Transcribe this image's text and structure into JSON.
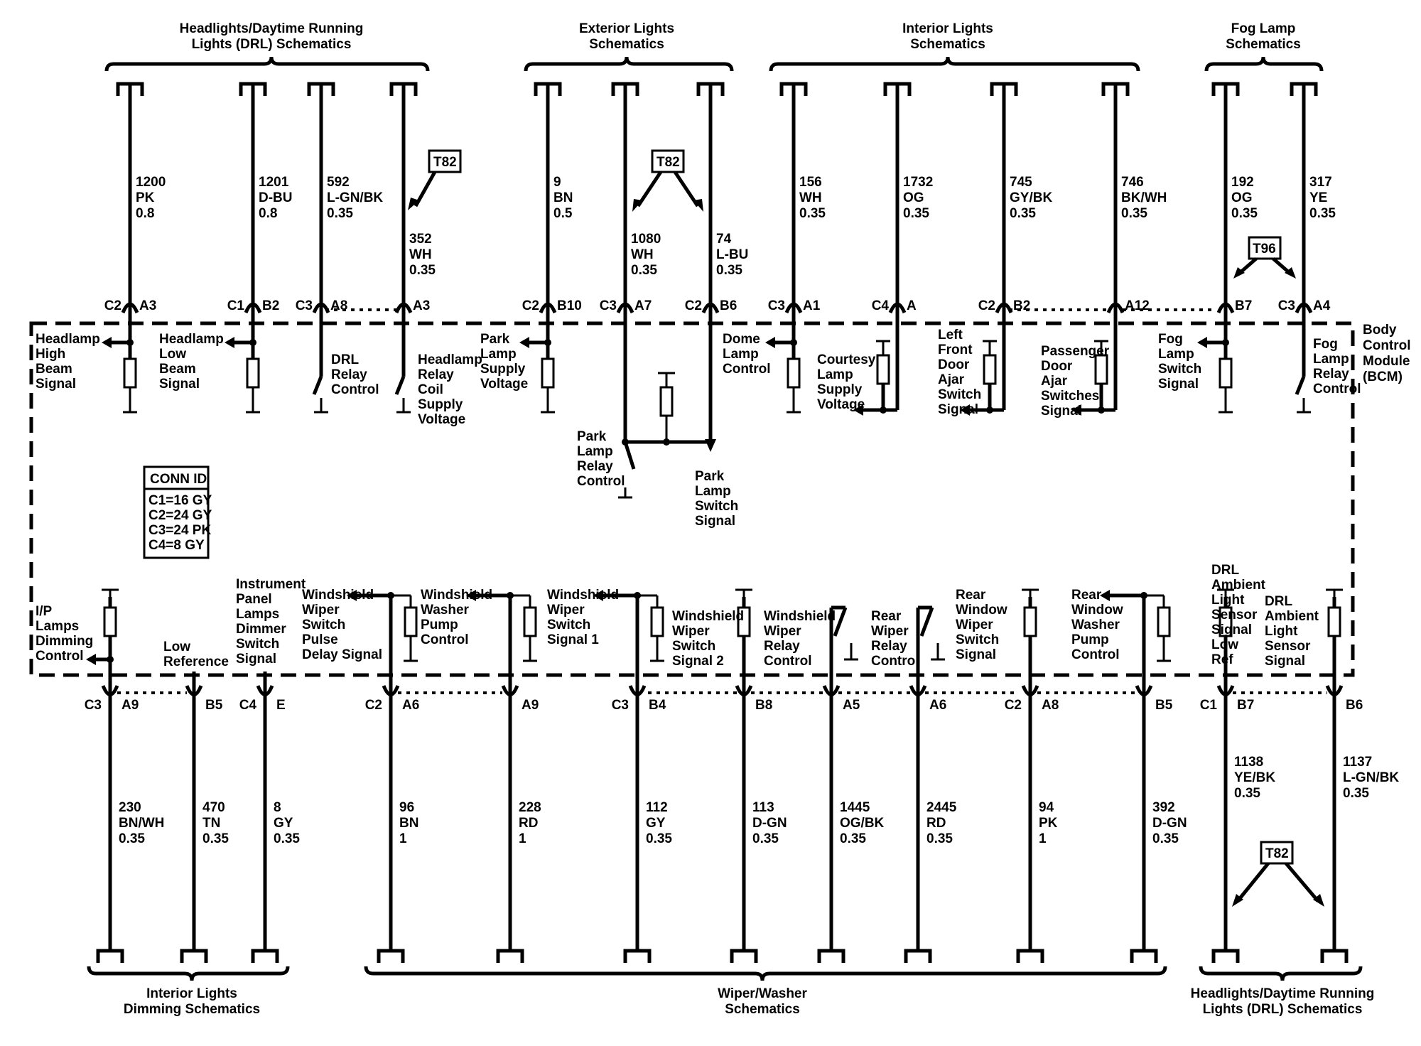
{
  "module_label": [
    "Body",
    "Control",
    "Module",
    "(BCM)"
  ],
  "conn_id": {
    "title": "CONN ID",
    "lines": [
      "C1=16 GY",
      "C2=24 GY",
      "C3=24 PK",
      "C4=8 GY"
    ]
  },
  "top_groups": [
    [
      "Headlights/Daytime Running",
      "Lights (DRL) Schematics"
    ],
    [
      "Exterior Lights",
      "Schematics"
    ],
    [
      "Interior Lights",
      "Schematics"
    ],
    [
      "Fog Lamp",
      "Schematics"
    ]
  ],
  "bottom_groups": [
    [
      "Interior Lights",
      "Dimming Schematics"
    ],
    [
      "Wiper/Washer",
      "Schematics"
    ],
    [
      "Headlights/Daytime Running",
      "Lights (DRL) Schematics"
    ]
  ],
  "top_wires": [
    {
      "circuit": [
        "1200",
        "PK",
        "0.8"
      ],
      "conn": "C2",
      "pin": "A3",
      "func": [
        "Headlamp",
        "High",
        "Beam",
        "Signal"
      ]
    },
    {
      "circuit": [
        "1201",
        "D-BU",
        "0.8"
      ],
      "conn": "C1",
      "pin": "B2",
      "func": [
        "Headlamp",
        "Low",
        "Beam",
        "Signal"
      ]
    },
    {
      "circuit": [
        "592",
        "L-GN/BK",
        "0.35"
      ],
      "conn": "C3",
      "pin": "A8",
      "func": [
        "DRL",
        "Relay",
        "Control"
      ]
    },
    {
      "circuit": [
        "352",
        "WH",
        "0.35"
      ],
      "conn": "",
      "pin": "A3",
      "func": [
        "Headlamp",
        "Relay",
        "Coil",
        "Supply",
        "Voltage"
      ]
    },
    {
      "circuit": [
        "9",
        "BN",
        "0.5"
      ],
      "conn": "C2",
      "pin": "B10",
      "func": [
        "Park",
        "Lamp",
        "Supply",
        "Voltage"
      ]
    },
    {
      "circuit": [
        "1080",
        "WH",
        "0.35"
      ],
      "conn": "C3",
      "pin": "A7",
      "func": [
        "Park",
        "Lamp",
        "Relay",
        "Control"
      ]
    },
    {
      "circuit": [
        "74",
        "L-BU",
        "0.35"
      ],
      "conn": "C2",
      "pin": "B6",
      "func": [
        "Park",
        "Lamp",
        "Switch",
        "Signal"
      ]
    },
    {
      "circuit": [
        "156",
        "WH",
        "0.35"
      ],
      "conn": "C3",
      "pin": "A1",
      "func": [
        "Dome",
        "Lamp",
        "Control"
      ]
    },
    {
      "circuit": [
        "1732",
        "OG",
        "0.35"
      ],
      "conn": "C4",
      "pin": "A",
      "func": [
        "Courtesy",
        "Lamp",
        "Supply",
        "Voltage"
      ]
    },
    {
      "circuit": [
        "745",
        "GY/BK",
        "0.35"
      ],
      "conn": "C2",
      "pin": "B2",
      "func": [
        "Left",
        "Front",
        "Door",
        "Ajar",
        "Switch",
        "Signal"
      ]
    },
    {
      "circuit": [
        "746",
        "BK/WH",
        "0.35"
      ],
      "conn": "",
      "pin": "A12",
      "func": [
        "Passenger",
        "Door",
        "Ajar",
        "Switches",
        "Signal"
      ]
    },
    {
      "circuit": [
        "192",
        "OG",
        "0.35"
      ],
      "conn": "",
      "pin": "B7",
      "func": [
        "Fog",
        "Lamp",
        "Switch",
        "Signal"
      ]
    },
    {
      "circuit": [
        "317",
        "YE",
        "0.35"
      ],
      "conn": "C3",
      "pin": "A4",
      "func": [
        "Fog",
        "Lamp",
        "Relay",
        "Control"
      ]
    }
  ],
  "bottom_wires": [
    {
      "circuit": [
        "230",
        "BN/WH",
        "0.35"
      ],
      "conn": "C3",
      "pin": "A9",
      "func": [
        "I/P",
        "Lamps",
        "Dimming",
        "Control"
      ]
    },
    {
      "circuit": [
        "470",
        "TN",
        "0.35"
      ],
      "conn": "",
      "pin": "B5",
      "func": [
        "Low",
        "Reference"
      ]
    },
    {
      "circuit": [
        "8",
        "GY",
        "0.35"
      ],
      "conn": "C4",
      "pin": "E",
      "func": [
        "Instrument",
        "Panel",
        "Lamps",
        "Dimmer",
        "Switch",
        "Signal"
      ]
    },
    {
      "circuit": [
        "96",
        "BN",
        "1"
      ],
      "conn": "C2",
      "pin": "A6",
      "func": [
        "Windshield",
        "Wiper",
        "Switch",
        "Pulse",
        "Delay Signal"
      ]
    },
    {
      "circuit": [
        "228",
        "RD",
        "1"
      ],
      "conn": "",
      "pin": "A9",
      "func": [
        "Windshield",
        "Washer",
        "Pump",
        "Control"
      ]
    },
    {
      "circuit": [
        "112",
        "GY",
        "0.35"
      ],
      "conn": "C3",
      "pin": "B4",
      "func": [
        "Windshield",
        "Wiper",
        "Switch",
        "Signal 1"
      ]
    },
    {
      "circuit": [
        "113",
        "D-GN",
        "0.35"
      ],
      "conn": "",
      "pin": "B8",
      "func": [
        "Windshield",
        "Wiper",
        "Switch",
        "Signal 2"
      ]
    },
    {
      "circuit": [
        "1445",
        "OG/BK",
        "0.35"
      ],
      "conn": "",
      "pin": "A5",
      "func": [
        "Windshield",
        "Wiper",
        "Relay",
        "Control"
      ]
    },
    {
      "circuit": [
        "2445",
        "RD",
        "0.35"
      ],
      "conn": "",
      "pin": "A6",
      "func": [
        "Rear",
        "Wiper",
        "Relay",
        "Control"
      ]
    },
    {
      "circuit": [
        "94",
        "PK",
        "1"
      ],
      "conn": "C2",
      "pin": "A8",
      "func": [
        "Rear",
        "Window",
        "Wiper",
        "Switch",
        "Signal"
      ]
    },
    {
      "circuit": [
        "392",
        "D-GN",
        "0.35"
      ],
      "conn": "",
      "pin": "B5",
      "func": [
        "Rear",
        "Window",
        "Washer",
        "Pump",
        "Control"
      ]
    },
    {
      "circuit": [
        "1138",
        "YE/BK",
        "0.35"
      ],
      "conn": "C1",
      "pin": "B7",
      "func": [
        "DRL",
        "Ambient",
        "Light",
        "Sensor",
        "Signal",
        "Low",
        "Ref"
      ]
    },
    {
      "circuit": [
        "1137",
        "L-GN/BK",
        "0.35"
      ],
      "conn": "",
      "pin": "B6",
      "func": [
        "DRL",
        "Ambient",
        "Light",
        "Sensor",
        "Signal"
      ]
    }
  ],
  "refs": [
    "T82",
    "T82",
    "T96",
    "T82"
  ]
}
